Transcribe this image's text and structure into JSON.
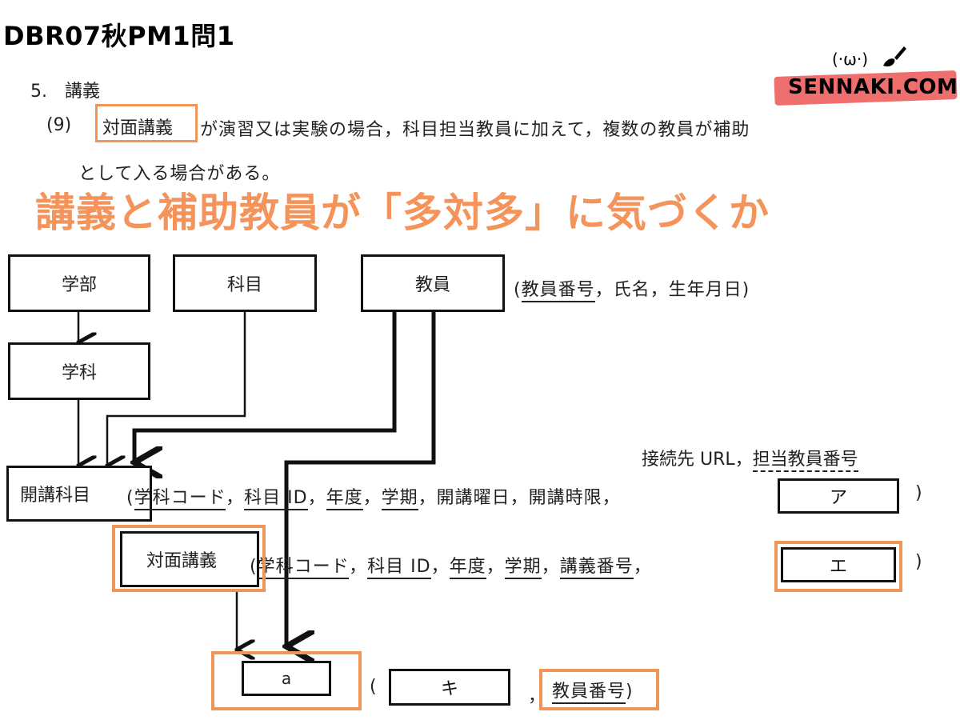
{
  "title": "DBR07秋PM1問1",
  "logo": {
    "text": "SENNAKI.COM",
    "face": "(·ω·)"
  },
  "question": {
    "section": "5.　講義",
    "item_number": "(9)",
    "highlight": "対面講義",
    "line1_rest": "が演習又は実験の場合，科目担当教員に加えて，複数の教員が補助",
    "line2": "として入る場合がある。"
  },
  "headline": "講義と補助教員が「多対多」に気づくか",
  "entities": {
    "gakubu": "学部",
    "kamoku": "科目",
    "kyoin": "教員",
    "gakka": "学科",
    "kaiko": "開講科目",
    "taimen": "対面講義",
    "a": "a"
  },
  "attributes": {
    "kyoin": {
      "open": "(",
      "key": "教員番号",
      "rest": "，氏名，生年月日)"
    },
    "extra_line": {
      "plain": "接続先 URL，",
      "dashed": "担当教員番号"
    },
    "kaiko": {
      "open": "(",
      "k1": "学科コード",
      "s1": "，",
      "k2": "科目 ID",
      "s2": "，",
      "k3": "年度",
      "s3": "，",
      "k4": "学期",
      "s4": "，開講曜日，開講時限，",
      "close": ")"
    },
    "taimen": {
      "open": "(",
      "k1": "学科コード",
      "s1": "，",
      "k2": "科目 ID",
      "s2": "，",
      "k3": "年度",
      "s3": "，",
      "k4": "学期",
      "s4": "，",
      "k5": "講義番号",
      "s5": "，",
      "close": ")"
    },
    "a": {
      "open": "(",
      "sep": "，",
      "key": "教員番号",
      "close": ")"
    }
  },
  "blanks": {
    "a": "ア",
    "e": "エ",
    "ki": "キ"
  },
  "colors": {
    "accent": "#f4935a",
    "highlight_box": "#f0955a",
    "logo_band": "#ef6f6f"
  }
}
